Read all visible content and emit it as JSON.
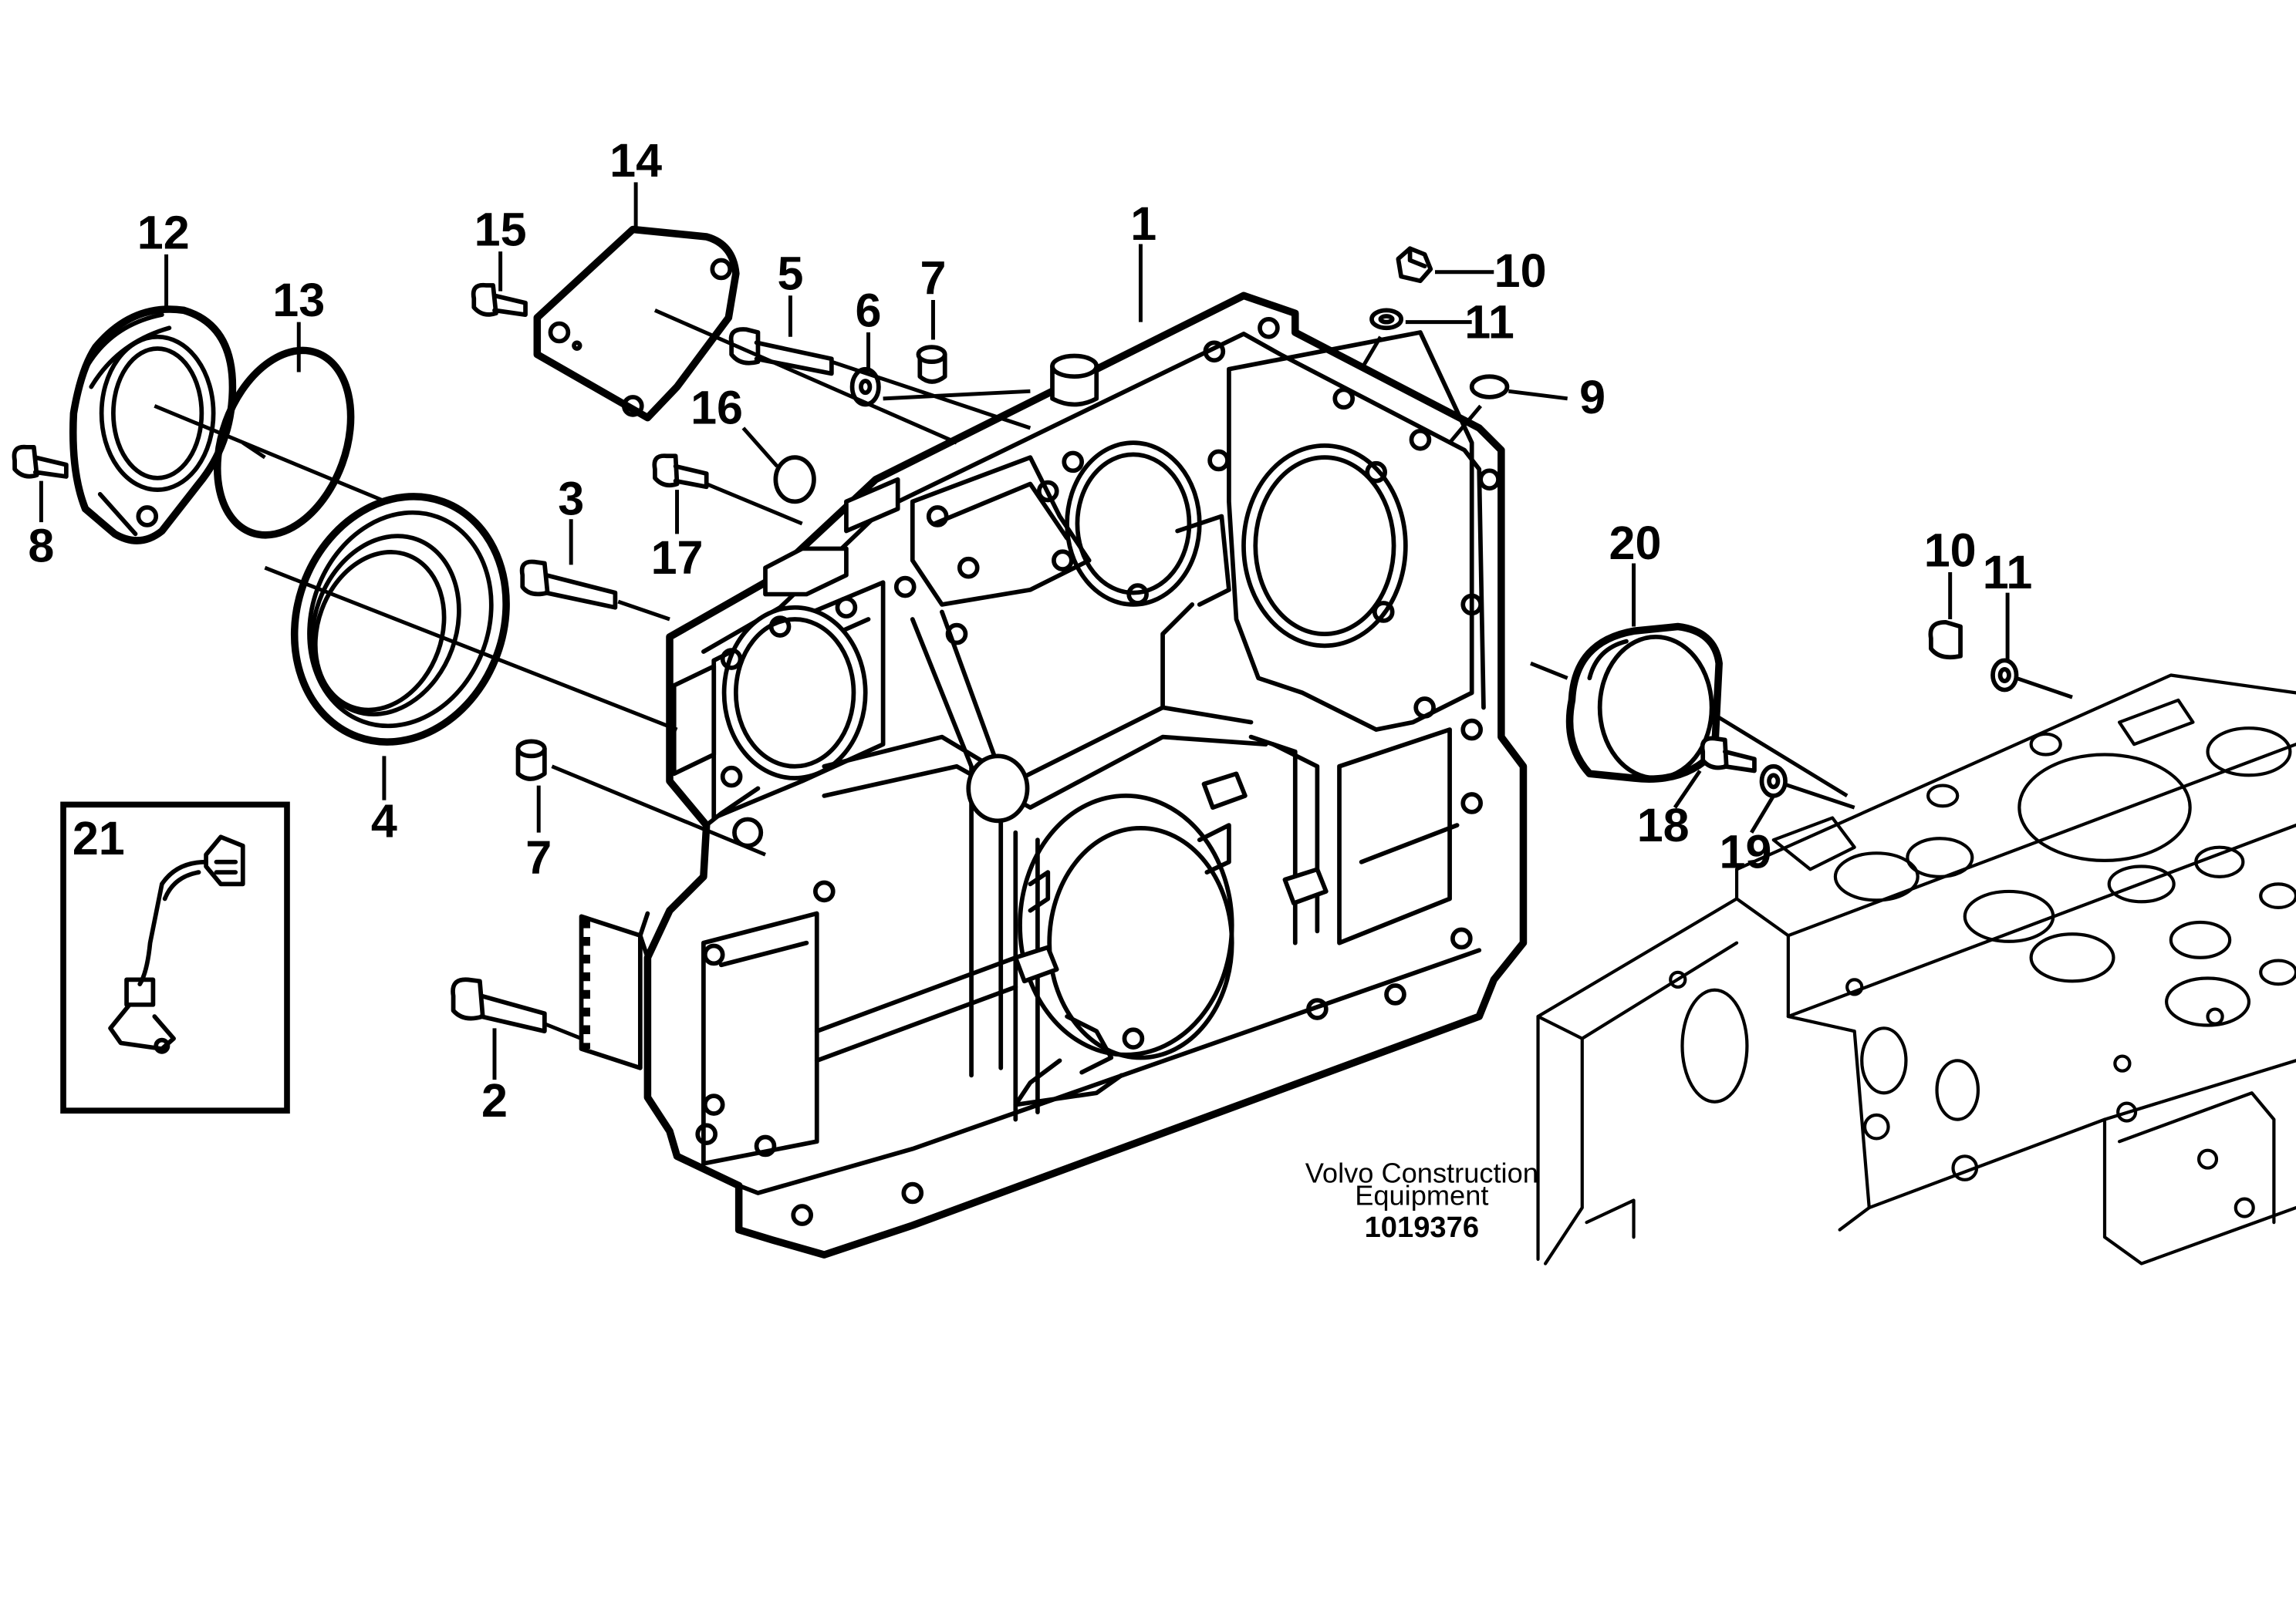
{
  "callouts": {
    "c1": "1",
    "c2": "2",
    "c3": "3",
    "c4": "4",
    "c5": "5",
    "c6": "6",
    "c7a": "7",
    "c7b": "7",
    "c8": "8",
    "c9": "9",
    "c10a": "10",
    "c10b": "10",
    "c11a": "11",
    "c11b": "11",
    "c12": "12",
    "c13": "13",
    "c14": "14",
    "c15": "15",
    "c16": "16",
    "c17": "17",
    "c18": "18",
    "c19": "19",
    "c20": "20",
    "c21": "21"
  },
  "brand": {
    "line1": "Volvo Construction",
    "line2": "Equipment",
    "drawing_number": "1019376"
  },
  "colors": {
    "ink": "#000000",
    "paper": "#ffffff"
  }
}
